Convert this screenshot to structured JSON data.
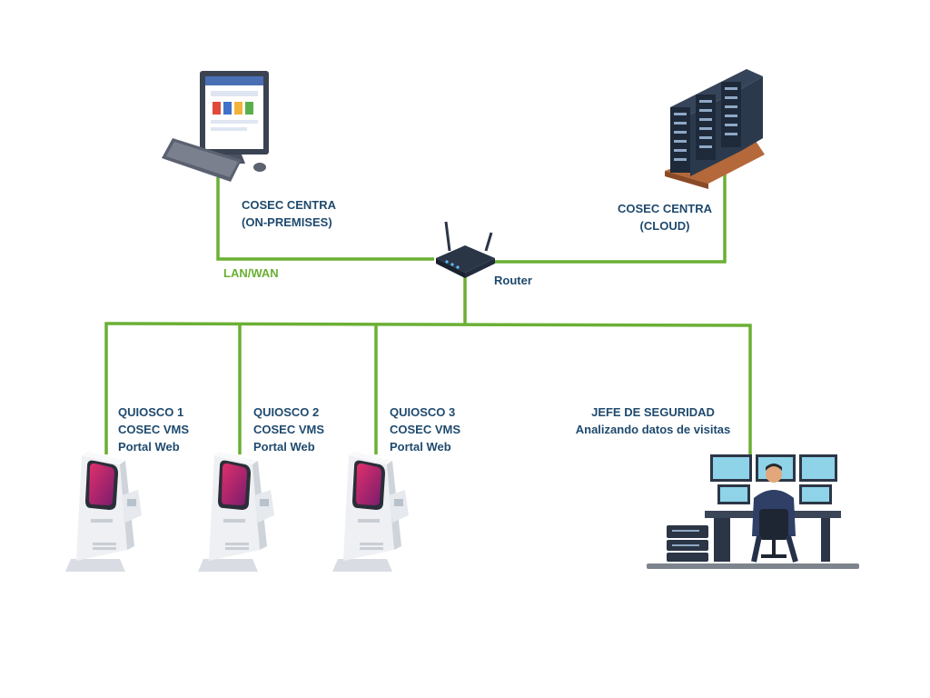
{
  "colors": {
    "network_line": "#6ab034",
    "label_text": "#1f4a6e",
    "kiosk_screen": "#c0245a",
    "server_dark": "#1e2a3a",
    "monitor_screen": "#8fd3e8"
  },
  "network": {
    "label": "LAN/WAN"
  },
  "router": {
    "label": "Router",
    "icon": "router-icon"
  },
  "on_premises": {
    "line1": "COSEC CENTRA",
    "line2": "(ON-PREMISES)",
    "icon": "desktop-computer-icon"
  },
  "cloud": {
    "line1": "COSEC CENTRA",
    "line2": "(CLOUD)",
    "icon": "server-rack-icon"
  },
  "kiosks": [
    {
      "line1": "QUIOSCO 1",
      "line2": "COSEC VMS",
      "line3": "Portal Web",
      "icon": "kiosk-icon"
    },
    {
      "line1": "QUIOSCO 2",
      "line2": "COSEC VMS",
      "line3": "Portal Web",
      "icon": "kiosk-icon"
    },
    {
      "line1": "QUIOSCO 3",
      "line2": "COSEC VMS",
      "line3": "Portal Web",
      "icon": "kiosk-icon"
    }
  ],
  "security_chief": {
    "line1": "JEFE DE SEGURIDAD",
    "line2": "Analizando datos de visitas",
    "icon": "security-desk-icon"
  }
}
